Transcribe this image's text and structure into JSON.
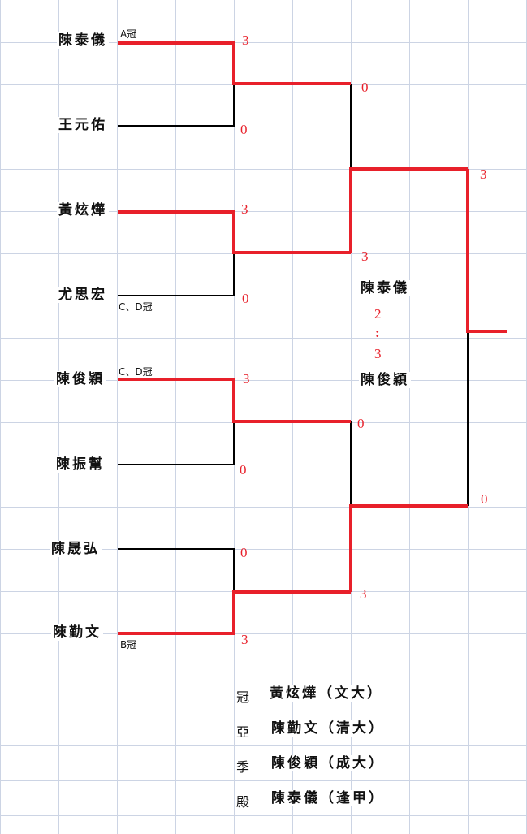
{
  "players": [
    "陳泰儀",
    "王元佑",
    "黃炫燁",
    "尤思宏",
    "陳俊穎",
    "陳振幫",
    "陳晟弘",
    "陳勤文"
  ],
  "seed_tags": {
    "a": "A冠",
    "cd1": "C、D冠",
    "cd2": "C、D冠",
    "b": "B冠"
  },
  "round1_scores": [
    "3",
    "0",
    "3",
    "0",
    "3",
    "0",
    "0",
    "3"
  ],
  "semifinal_scores": [
    "0",
    "3",
    "0",
    "3"
  ],
  "final_scores": [
    "3",
    "0"
  ],
  "third_place_match": {
    "player1": "陳泰儀",
    "score1": "2",
    "separator": ":",
    "score2": "3",
    "player2": "陳俊穎"
  },
  "results": [
    {
      "rank": "冠",
      "text": "黃炫燁（文大）"
    },
    {
      "rank": "亞",
      "text": "陳勤文（清大）"
    },
    {
      "rank": "季",
      "text": "陳俊穎（成大）"
    },
    {
      "rank": "殿",
      "text": "陳泰儀（逢甲）"
    }
  ],
  "colors": {
    "winner_line": "#e8202a",
    "loser_line": "#000000",
    "grid": "#ccd4e4"
  }
}
